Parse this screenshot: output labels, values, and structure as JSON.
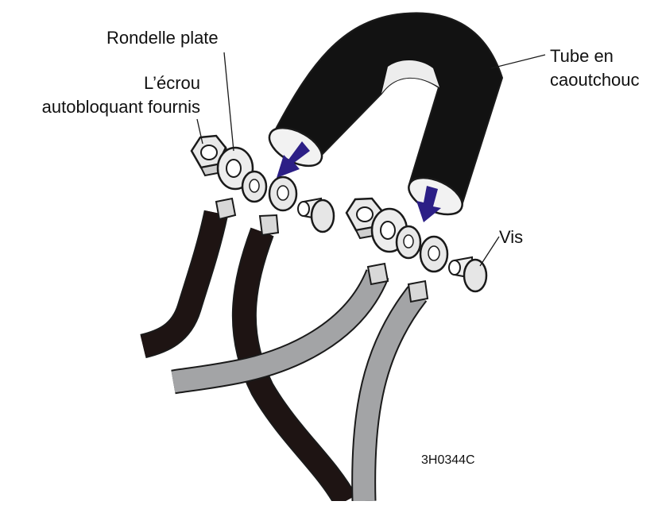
{
  "labels": {
    "washer": "Rondelle plate",
    "nut_line1": "L’écrou",
    "nut_line2": "autobloquant fournis",
    "tube_line1": "Tube en",
    "tube_line2": "caoutchouc",
    "screw": "Vis"
  },
  "figure_code": "3H0344C",
  "colors": {
    "black_cable": "#1e1413",
    "grey_cable": "#a3a4a6",
    "tube": "#121212",
    "arrow": "#2c1f86",
    "outline": "#1a1a1a"
  }
}
